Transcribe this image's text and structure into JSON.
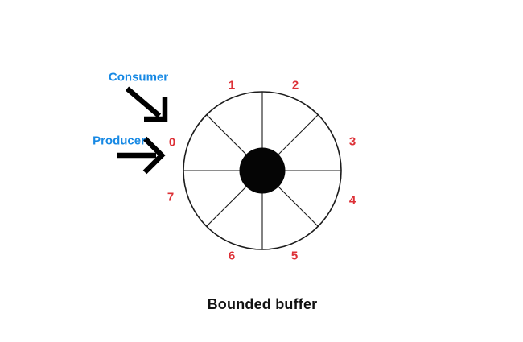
{
  "diagram": {
    "title": "Bounded buffer",
    "actors": {
      "consumer": {
        "label": "Consumer"
      },
      "producer": {
        "label": "Producer"
      }
    },
    "buffer": {
      "slot_count": 8,
      "slots": [
        "0",
        "1",
        "2",
        "3",
        "4",
        "5",
        "6",
        "7"
      ]
    },
    "icons": {
      "consumer_arrow": "arrow-down-right-icon",
      "producer_arrow": "arrow-right-icon"
    },
    "colors": {
      "slot_label": "#dd3036",
      "actor_label": "#1789e4",
      "arrow": "#000000",
      "outline": "#1c1c1c",
      "hub": "#050505",
      "title": "#121212",
      "background": "#ffffff"
    }
  }
}
